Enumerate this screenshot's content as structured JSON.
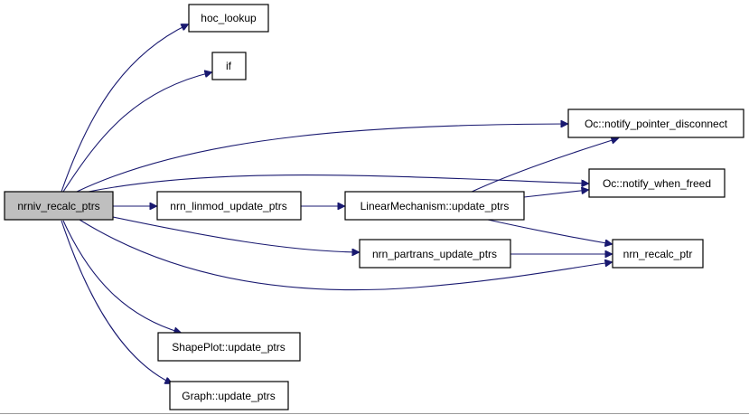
{
  "graph": {
    "edge_color": "#191970",
    "root_fill": "#bfbfbf",
    "nodes": [
      {
        "id": "root",
        "label": "nrniv_recalc_ptrs"
      },
      {
        "id": "hoc_lookup",
        "label": "hoc_lookup"
      },
      {
        "id": "if",
        "label": "if"
      },
      {
        "id": "oc_disc",
        "label": "Oc::notify_pointer_disconnect"
      },
      {
        "id": "oc_freed",
        "label": "Oc::notify_when_freed"
      },
      {
        "id": "linmod",
        "label": "nrn_linmod_update_ptrs"
      },
      {
        "id": "linmech",
        "label": "LinearMechanism::update_ptrs"
      },
      {
        "id": "partrans",
        "label": "nrn_partrans_update_ptrs"
      },
      {
        "id": "recalc",
        "label": "nrn_recalc_ptr"
      },
      {
        "id": "shapeplot",
        "label": "ShapePlot::update_ptrs"
      },
      {
        "id": "graphupd",
        "label": "Graph::update_ptrs"
      }
    ],
    "edges": [
      {
        "from": "root",
        "to": "hoc_lookup"
      },
      {
        "from": "root",
        "to": "if"
      },
      {
        "from": "root",
        "to": "oc_disc"
      },
      {
        "from": "root",
        "to": "oc_freed"
      },
      {
        "from": "root",
        "to": "linmod"
      },
      {
        "from": "root",
        "to": "partrans"
      },
      {
        "from": "root",
        "to": "recalc"
      },
      {
        "from": "root",
        "to": "shapeplot"
      },
      {
        "from": "root",
        "to": "graphupd"
      },
      {
        "from": "linmod",
        "to": "linmech"
      },
      {
        "from": "linmech",
        "to": "oc_disc"
      },
      {
        "from": "linmech",
        "to": "oc_freed"
      },
      {
        "from": "linmech",
        "to": "recalc"
      },
      {
        "from": "partrans",
        "to": "recalc"
      }
    ]
  }
}
